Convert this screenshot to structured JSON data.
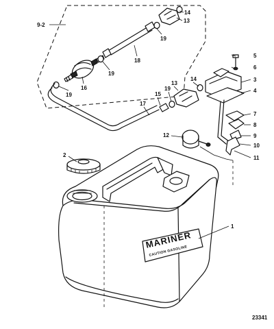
{
  "callouts": {
    "c1": "1",
    "c2": "2",
    "c3": "3",
    "c4": "4",
    "c5": "5",
    "c6": "6",
    "c7": "7",
    "c8": "8",
    "c9": "9",
    "c10": "10",
    "c11": "11",
    "c12": "12",
    "c13a": "13",
    "c13b": "13",
    "c14a": "14",
    "c14b": "14",
    "c15": "15",
    "c16": "16",
    "c17": "17",
    "c18": "18",
    "c19a": "19",
    "c19b": "19",
    "c19c": "19",
    "c19d": "19",
    "group": "9-2"
  },
  "tank_label": {
    "brand": "MARINER",
    "caution": "CAUTION GASOLINE"
  },
  "figure_number": "23341"
}
